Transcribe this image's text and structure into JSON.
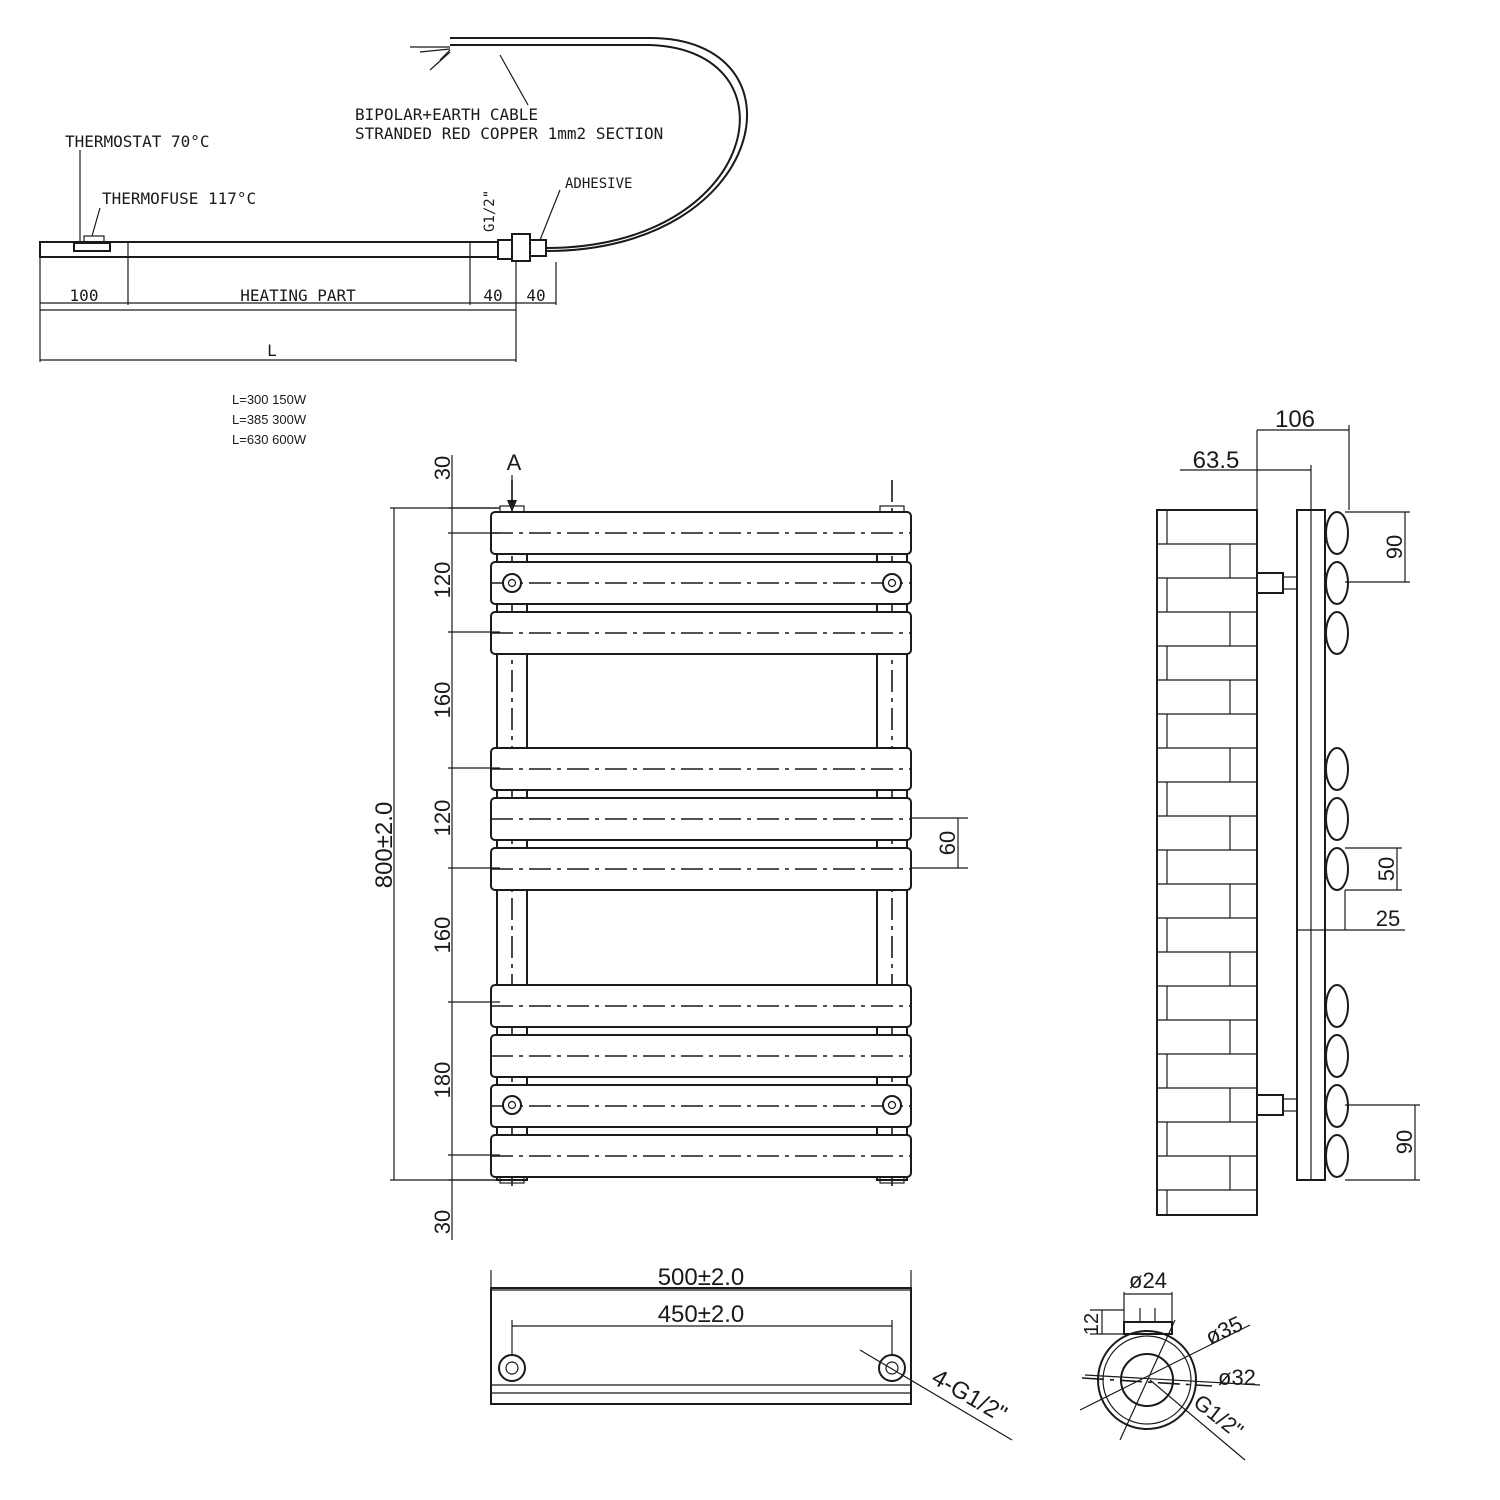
{
  "heater": {
    "cable_line1": "BIPOLAR+EARTH CABLE",
    "cable_line2": "STRANDED RED COPPER 1mm2 SECTION",
    "thermostat": "THERMOSTAT 70°C",
    "thermofuse": "THERMOFUSE 117°C",
    "adhesive": "ADHESIVE",
    "thread": "G1/2\"",
    "dim_100": "100",
    "heating_part": "HEATING PART",
    "dim_40a": "40",
    "dim_40b": "40",
    "dim_L": "L",
    "power_table": [
      "L=300  150W",
      "L=385  300W",
      "L=630  600W"
    ]
  },
  "front": {
    "label_A": "A",
    "height": "800±2.0",
    "pitches": [
      "30",
      "120",
      "160",
      "120",
      "160",
      "180",
      "30"
    ],
    "bar_height": "60"
  },
  "side": {
    "dim_106": "106",
    "dim_63_5": "63.5",
    "dim_90_top": "90",
    "dim_50": "50",
    "dim_25": "25",
    "dim_90_bottom": "90"
  },
  "bottom": {
    "width": "500±2.0",
    "centers": "450±2.0",
    "connections": "4-G1/2\""
  },
  "section": {
    "d24": "ø24",
    "h12": "12",
    "d35": "ø35",
    "d32": "ø32",
    "thread": "G1/2\""
  }
}
